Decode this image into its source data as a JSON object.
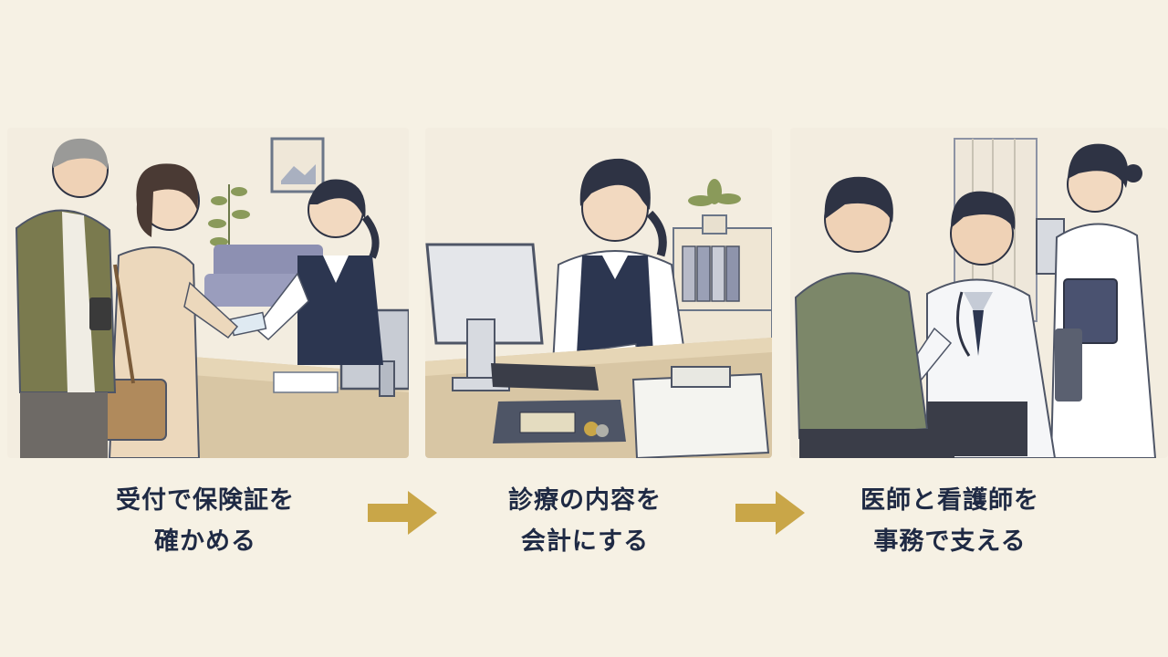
{
  "steps": [
    {
      "line1": "受付で保険証を",
      "line2": "確かめる",
      "scene": "reception-desk"
    },
    {
      "line1": "診療の内容を",
      "line2": "会計にする",
      "scene": "billing-computer"
    },
    {
      "line1": "医師と看護師を",
      "line2": "事務で支える",
      "scene": "doctor-nurse-exam"
    }
  ],
  "colors": {
    "background": "#f6f1e4",
    "caption_text": "#1f2a44",
    "arrow": "#c9a648"
  },
  "icons": [
    "arrow-right-icon"
  ]
}
